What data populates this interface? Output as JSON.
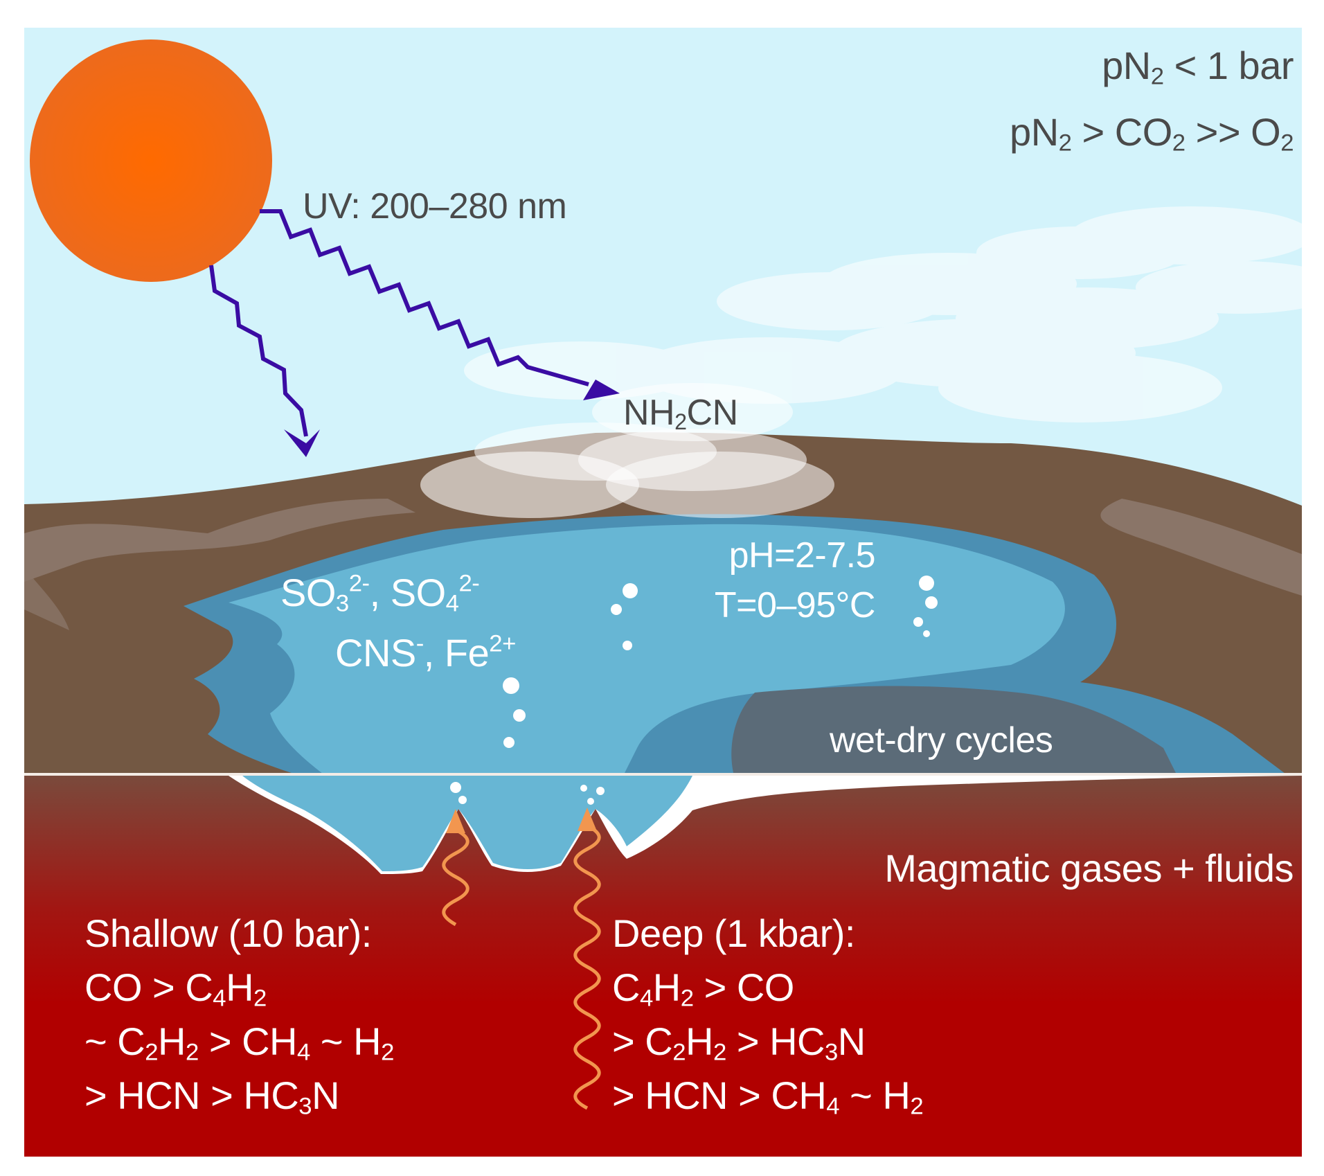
{
  "colors": {
    "sky": "#d3f3fb",
    "sun": "#f26a10",
    "uv_arrow": "#3a0ca3",
    "land": "#735843",
    "land_highlight": "#8a7568",
    "water_deep": "#4b8fb3",
    "water": "#67b6d4",
    "magma": "#b10000",
    "heat_arrow": "#f2964f",
    "cloud": "#ffffff",
    "text_dark": "#4a4a4a",
    "text_light": "#ffffff"
  },
  "icons": {
    "sun": "sun-disc",
    "uv": "zigzag-arrow",
    "heat": "wavy-arrow",
    "bubbles": "gas-bubbles",
    "clouds": "cloud-ellipses"
  },
  "atmosphere": {
    "pn2_line": {
      "prefix": "pN",
      "sub": "2",
      "rest": " < 1 bar"
    },
    "ratio_line": {
      "p1": "pN",
      "s1": "2",
      "p2": " > CO",
      "s2": "2",
      "p3": " >> O",
      "s3": "2"
    }
  },
  "uv_label": "UV: 200–280 nm",
  "cyanamide": {
    "p1": "NH",
    "s1": "2",
    "p2": "CN"
  },
  "pool": {
    "ions_line1": {
      "p1": "SO",
      "b1": "3",
      "c1": "2-",
      "p2": ", SO",
      "b2": "4",
      "c2": "2-"
    },
    "ions_line2": {
      "p1": "CNS",
      "c1": "-",
      "p2": ", Fe",
      "c2": "2+"
    },
    "ph": "pH=2-7.5",
    "temp": "T=0–95°C",
    "wet_dry": "wet-dry cycles"
  },
  "magma_label": "Magmatic gases + fluids",
  "shallow": {
    "title": "Shallow (10 bar):",
    "l1": {
      "p1": "CO > C",
      "s1": "4",
      "p2": "H",
      "s2": "2"
    },
    "l2": {
      "p1": "~ C",
      "s1": "2",
      "p2": "H",
      "s2": "2",
      "p3": " > CH",
      "s3": "4",
      "p4": " ~ H",
      "s4": "2"
    },
    "l3": {
      "p1": "> HCN > HC",
      "s1": "3",
      "p2": "N"
    }
  },
  "deep": {
    "title": "Deep (1 kbar):",
    "l1": {
      "p1": "C",
      "s1": "4",
      "p2": "H",
      "s2": "2",
      "p3": " > CO"
    },
    "l2": {
      "p1": "> C",
      "s1": "2",
      "p2": "H",
      "s2": "2",
      "p3": " > HC",
      "s3": "3",
      "p4": "N"
    },
    "l3": {
      "p1": "> HCN > CH",
      "s1": "4",
      "p2": " ~ H",
      "s2": "2"
    }
  }
}
